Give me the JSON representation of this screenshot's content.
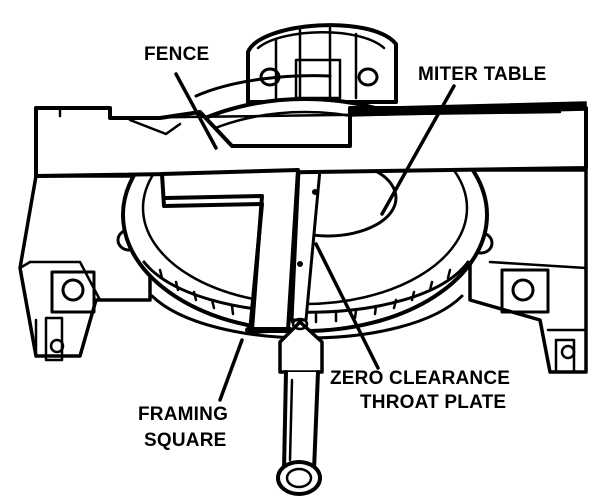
{
  "labels": {
    "fence": "FENCE",
    "miter_table": "MITER TABLE",
    "zero_clearance": "ZERO CLEARANCE",
    "throat_plate": "THROAT PLATE",
    "framing": "FRAMING",
    "square": "SQUARE"
  },
  "colors": {
    "ink": "#000000",
    "paper": "#ffffff"
  }
}
